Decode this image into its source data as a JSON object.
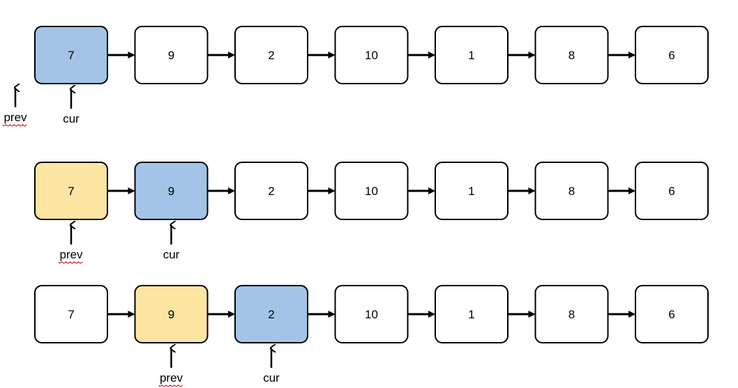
{
  "colors": {
    "cur": "#a3c4e6",
    "prev": "#fde5a2",
    "default": "#ffffff"
  },
  "rows": [
    {
      "nodes": [
        {
          "value": "7",
          "state": "cur"
        },
        {
          "value": "9",
          "state": "default"
        },
        {
          "value": "2",
          "state": "default"
        },
        {
          "value": "10",
          "state": "default"
        },
        {
          "value": "1",
          "state": "default"
        },
        {
          "value": "8",
          "state": "default"
        },
        {
          "value": "6",
          "state": "default"
        }
      ],
      "pointers": [
        {
          "label": "prev",
          "target": "before-list",
          "spellcheck": true
        },
        {
          "label": "cur",
          "target": 0,
          "spellcheck": false
        }
      ]
    },
    {
      "nodes": [
        {
          "value": "7",
          "state": "prev"
        },
        {
          "value": "9",
          "state": "cur"
        },
        {
          "value": "2",
          "state": "default"
        },
        {
          "value": "10",
          "state": "default"
        },
        {
          "value": "1",
          "state": "default"
        },
        {
          "value": "8",
          "state": "default"
        },
        {
          "value": "6",
          "state": "default"
        }
      ],
      "pointers": [
        {
          "label": "prev",
          "target": 0,
          "spellcheck": true
        },
        {
          "label": "cur",
          "target": 1,
          "spellcheck": false
        }
      ]
    },
    {
      "nodes": [
        {
          "value": "7",
          "state": "default"
        },
        {
          "value": "9",
          "state": "prev"
        },
        {
          "value": "2",
          "state": "cur"
        },
        {
          "value": "10",
          "state": "default"
        },
        {
          "value": "1",
          "state": "default"
        },
        {
          "value": "8",
          "state": "default"
        },
        {
          "value": "6",
          "state": "default"
        }
      ],
      "pointers": [
        {
          "label": "prev",
          "target": 1,
          "spellcheck": true
        },
        {
          "label": "cur",
          "target": 2,
          "spellcheck": false
        }
      ]
    }
  ]
}
